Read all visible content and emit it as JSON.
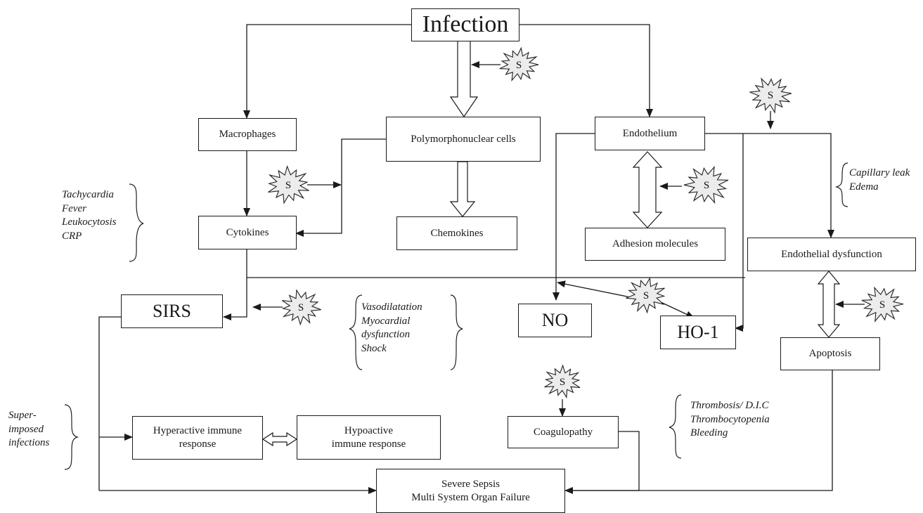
{
  "nodes": {
    "infection": "Infection",
    "macrophages": "Macrophages",
    "pmn": "Polymorphonuclear cells",
    "endothelium": "Endothelium",
    "cytokines": "Cytokines",
    "chemokines": "Chemokines",
    "adhesion": "Adhesion molecules",
    "endo_dysfunction": "Endothelial dysfunction",
    "sirs": "SIRS",
    "no": "NO",
    "ho1": "HO-1",
    "apoptosis": "Apoptosis",
    "hyperactive": [
      "Hyperactive immune",
      "response"
    ],
    "hypoactive": [
      "Hypoactive",
      "immune response"
    ],
    "coagulopathy": "Coagulopathy",
    "severe_sepsis": [
      "Severe Sepsis",
      "Multi System Organ Failure"
    ]
  },
  "notes": {
    "sirs_signs": [
      "Tachycardia",
      "Fever",
      "Leukocytosis",
      "CRP"
    ],
    "vascular": [
      "Vasodilatation",
      "Myocardial",
      "dysfunction",
      "Shock"
    ],
    "capillary": [
      "Capillary leak",
      "Edema"
    ],
    "superimposed": [
      "Super-",
      "imposed",
      "infections"
    ],
    "thrombosis": [
      "Thrombosis/ D.I.C",
      "Thrombocytopenia",
      "Bleeding"
    ]
  },
  "star_label": "S"
}
